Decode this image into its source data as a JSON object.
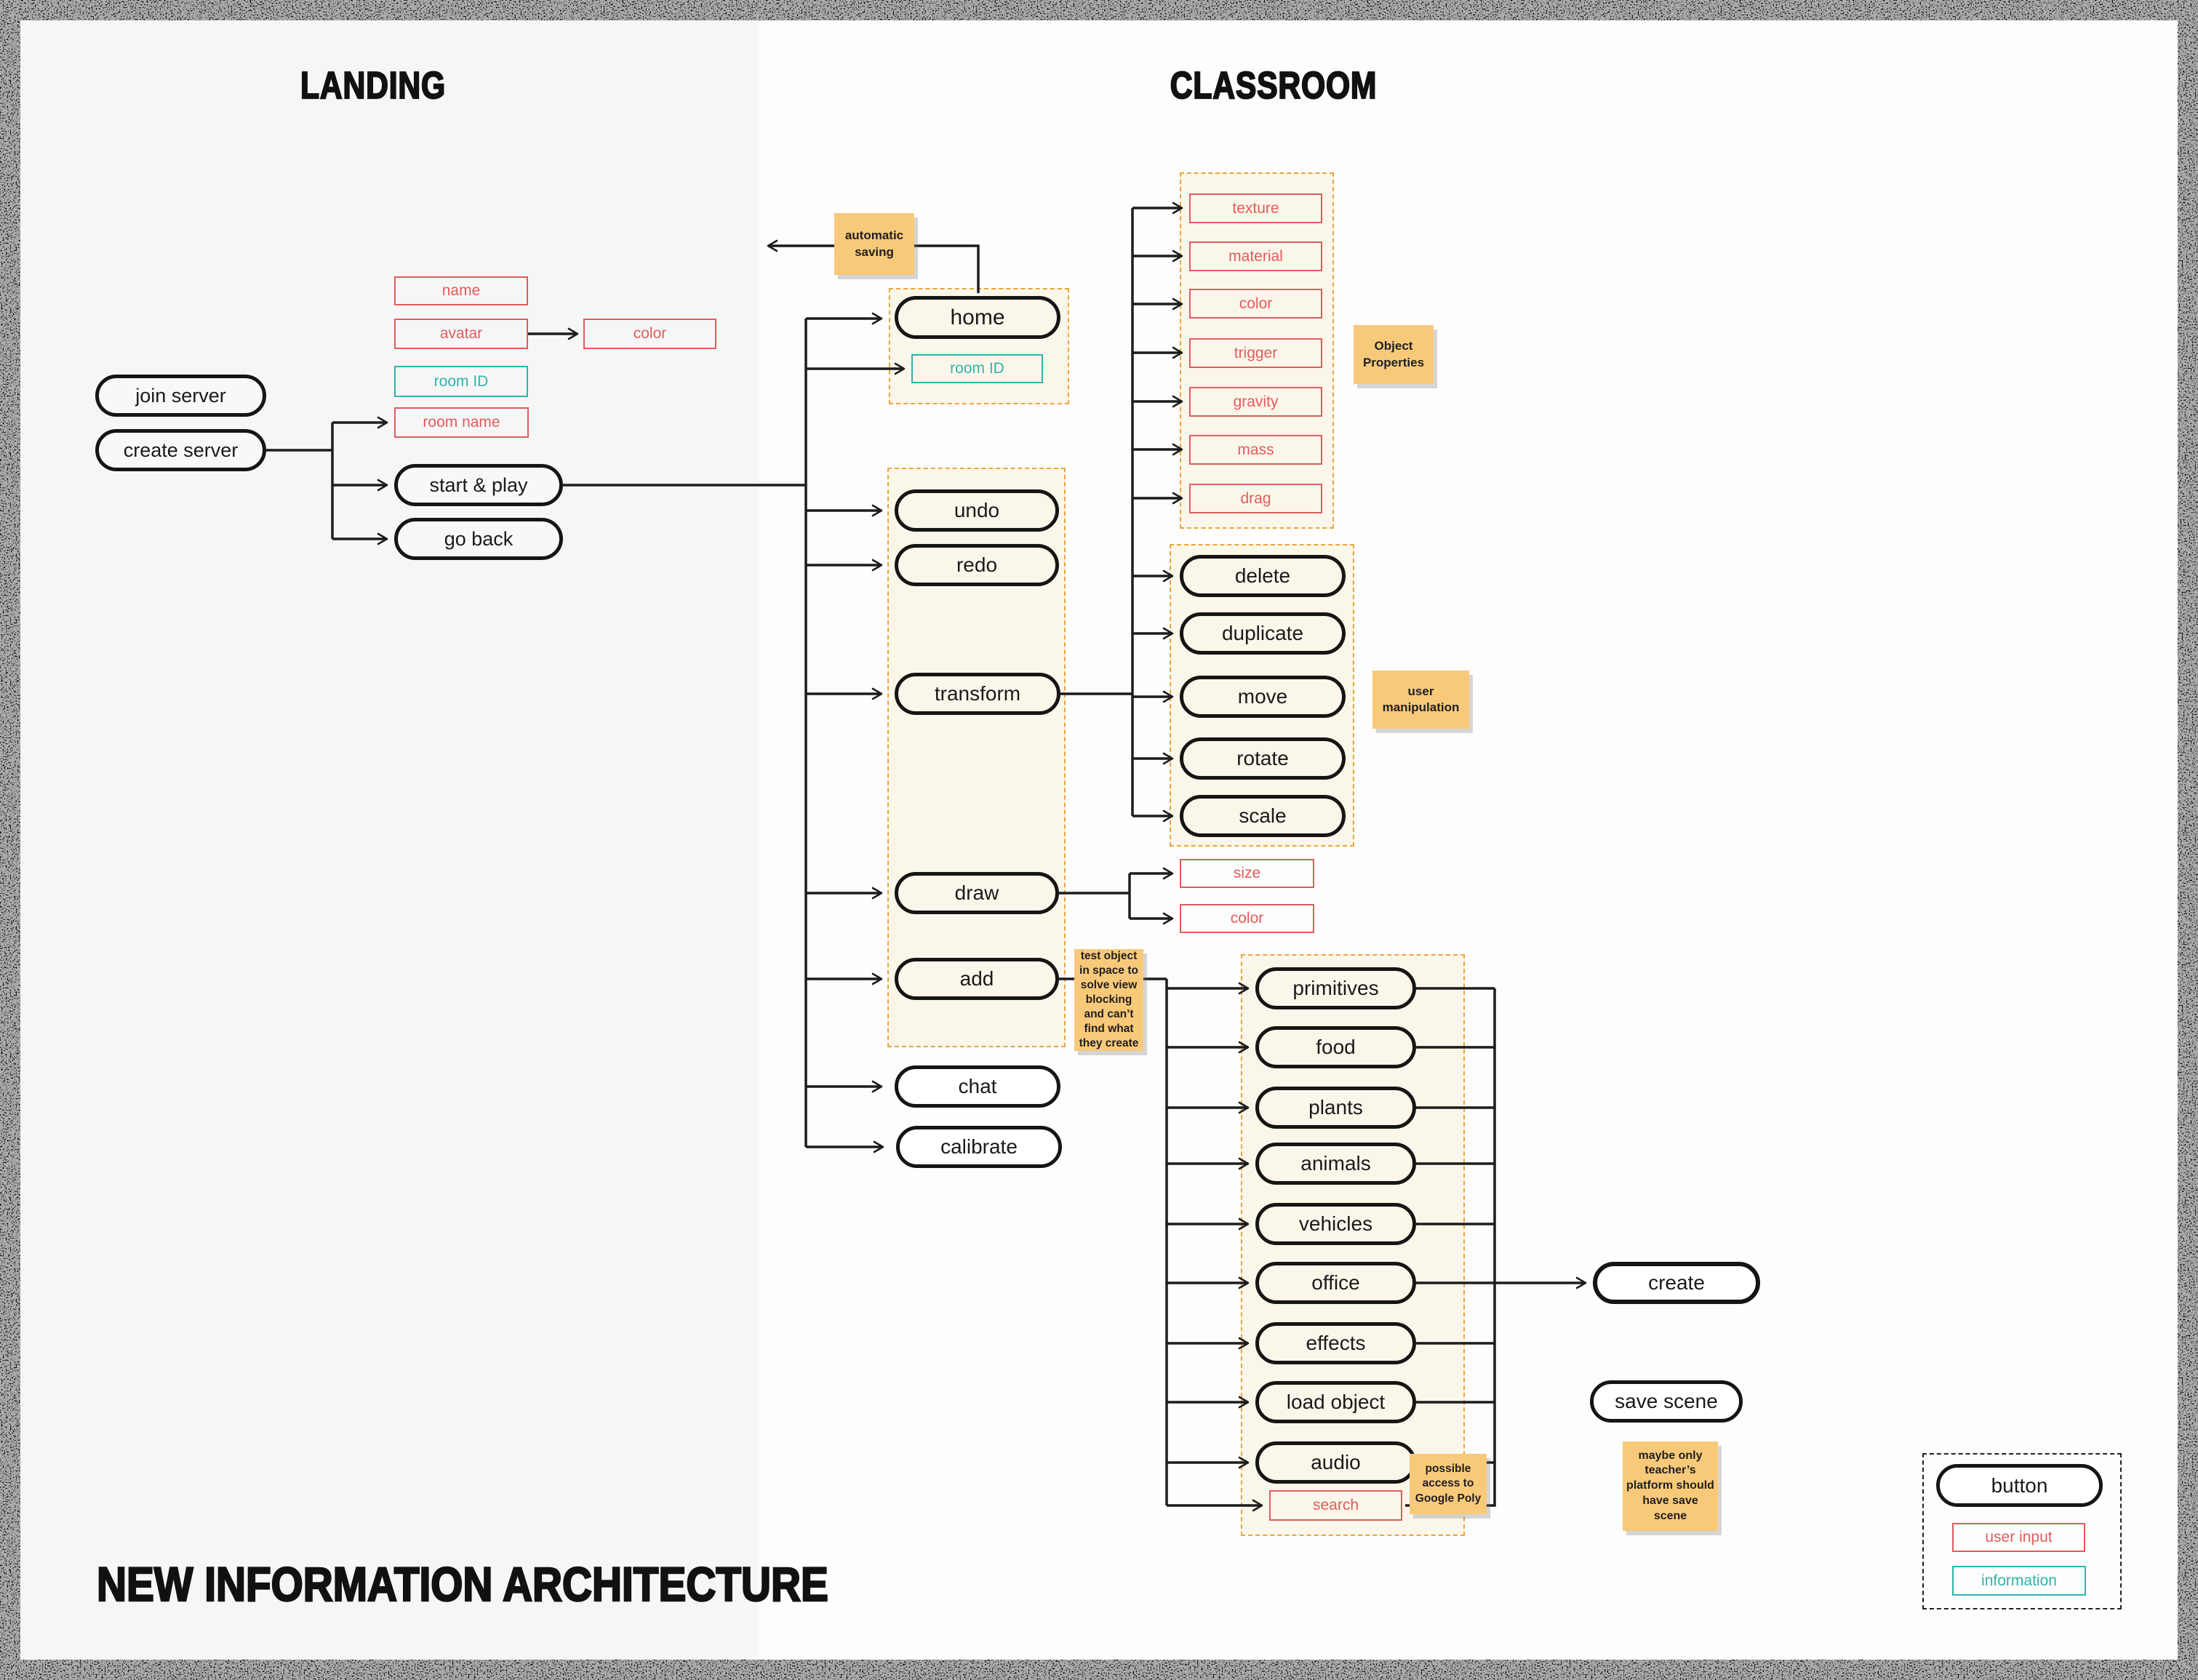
{
  "title": "NEW INFORMATION ARCHITECTURE",
  "sections": {
    "landing": "LANDING",
    "classroom": "CLASSROOM"
  },
  "landing": {
    "join_server": "join server",
    "create_server": "create server",
    "name": "name",
    "avatar": "avatar",
    "color": "color",
    "room_id": "room ID",
    "room_name": "room name",
    "start_play": "start & play",
    "go_back": "go back"
  },
  "classroom": {
    "home": "home",
    "room_id": "room ID",
    "undo": "undo",
    "redo": "redo",
    "transform": "transform",
    "draw": "draw",
    "add": "add",
    "chat": "chat",
    "calibrate": "calibrate",
    "object_properties": [
      "texture",
      "material",
      "color",
      "trigger",
      "gravity",
      "mass",
      "drag"
    ],
    "manipulation": [
      "delete",
      "duplicate",
      "move",
      "rotate",
      "scale"
    ],
    "draw_options": [
      "size",
      "color"
    ],
    "add_categories": [
      "primitives",
      "food",
      "plants",
      "animals",
      "vehicles",
      "office",
      "effects",
      "load object",
      "audio"
    ],
    "search": "search",
    "create": "create",
    "save_scene": "save scene"
  },
  "notes": {
    "automatic_saving": "automatic saving",
    "object_properties": "Object Properties",
    "user_manipulation": "user manipulation",
    "test_object": "test object in space to solve view blocking and can’t find what they create",
    "google_poly": "possible access to Google Poly",
    "save_scene": "maybe only teacher’s platform should have save scene"
  },
  "legend": {
    "button": "button",
    "user_input": "user input",
    "information": "information"
  },
  "colors": {
    "red": "#e05c5c",
    "teal": "#2eb4aa",
    "note": "#f9c97a",
    "dash": "#eaa63c",
    "cream": "#fbf6ea",
    "line": "#1c1c1c"
  }
}
